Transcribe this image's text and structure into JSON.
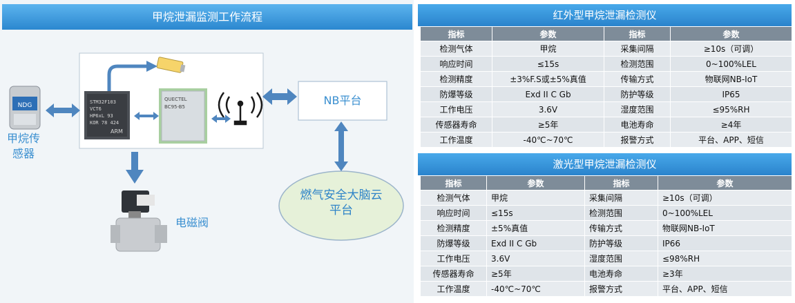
{
  "diagram": {
    "title": "甲烷泄漏监测工作流程",
    "sensor_label": "甲烷传感器",
    "valve_label": "电磁阀",
    "nb_label": "NB平台",
    "cloud_label": "燃气安全大脑云平台",
    "mcu_chip_text": [
      "STM32F103",
      "VCT6",
      "HP6xL 93",
      "KOR 78 424",
      "ARM"
    ],
    "module_chip_text": [
      "QUECTEL",
      "BC95-B5"
    ],
    "sensor_chip_text": [
      "NDG"
    ]
  },
  "tables": [
    {
      "title": "红外型甲烷泄漏检测仪",
      "headers": [
        "指标",
        "参数",
        "指标",
        "参数"
      ],
      "rows": [
        [
          "检测气体",
          "甲烷",
          "采集间隔",
          "≥10s（可调）"
        ],
        [
          "响应时间",
          "≤15s",
          "检测范围",
          "0~100%LEL"
        ],
        [
          "检测精度",
          "±3%F.S或±5%真值",
          "传输方式",
          "物联网NB-IoT"
        ],
        [
          "防爆等级",
          "Exd II C Gb",
          "防护等级",
          "IP65"
        ],
        [
          "工作电压",
          "3.6V",
          "湿度范围",
          "≤95%RH"
        ],
        [
          "传感器寿命",
          "≥5年",
          "电池寿命",
          "≥4年"
        ],
        [
          "工作温度",
          "-40℃~70℃",
          "报警方式",
          "平台、APP、短信"
        ]
      ]
    },
    {
      "title": "激光型甲烷泄漏检测仪",
      "headers": [
        "指标",
        "参数",
        "指标",
        "参数"
      ],
      "rows": [
        [
          "检测气体",
          "甲烷",
          "采集间隔",
          "≥10s（可调）"
        ],
        [
          "响应时间",
          "≤15s",
          "检测范围",
          "0~100%LEL"
        ],
        [
          "检测精度",
          "±5%真值",
          "传输方式",
          "物联网NB-IoT"
        ],
        [
          "防爆等级",
          "Exd II C Gb",
          "防护等级",
          "IP66"
        ],
        [
          "工作电压",
          "3.6V",
          "湿度范围",
          "≤98%RH"
        ],
        [
          "传感器寿命",
          "≥5年",
          "电池寿命",
          "≥3年"
        ],
        [
          "工作温度",
          "-40℃~70℃",
          "报警方式",
          "平台、APP、短信"
        ]
      ]
    }
  ],
  "colors": {
    "header_blue": "#2b87cf",
    "arrow_blue": "#4f86bf",
    "table_header_gray": "#7e8c99",
    "cloud_fill": "#e6f1d9"
  }
}
